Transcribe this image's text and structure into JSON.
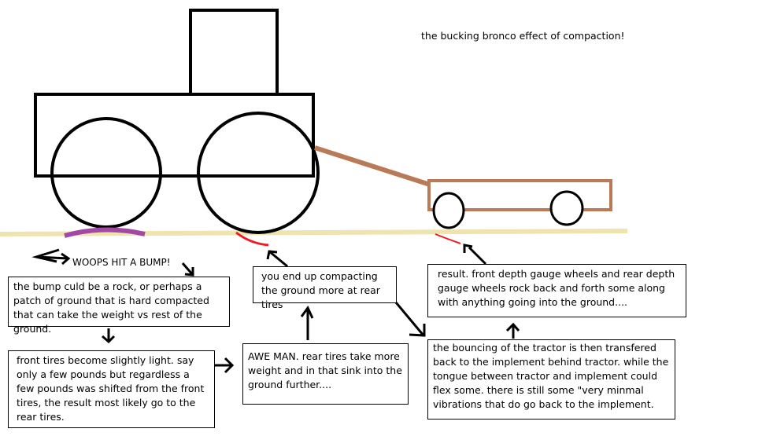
{
  "title": "the bucking bronco effect  of compaction!",
  "bump_label": "WOOPS HIT A BUMP!",
  "boxes": {
    "bump_cause": "the bump culd be a rock, or perhaps a patch of ground that is hard compacted that can take the weight vs rest of the ground.",
    "front_light": "front tires become slightly light. say only a few pounds but regardless a few pounds was shifted from the front tires,  the result most likely go to the rear tires.",
    "compacting": "you end up compacting the ground more at rear tires",
    "awe_man": "AWE MAN. rear tires take more weight and in that sink into the ground further....",
    "result": "result. front depth gauge wheels and rear depth gauge wheels rock back and forth some along with anything going into the ground....",
    "bouncing": "the bouncing of the tractor is then transfered back to the implement behind tractor.  while the tongue between tractor and implement could flex some. there is still some \"very minmal vibrations that do go back to the implement."
  },
  "colors": {
    "ground": "#efe4b0",
    "bump": "#a349a4",
    "sink": "#ed1c24",
    "implement": "#b97a57"
  }
}
